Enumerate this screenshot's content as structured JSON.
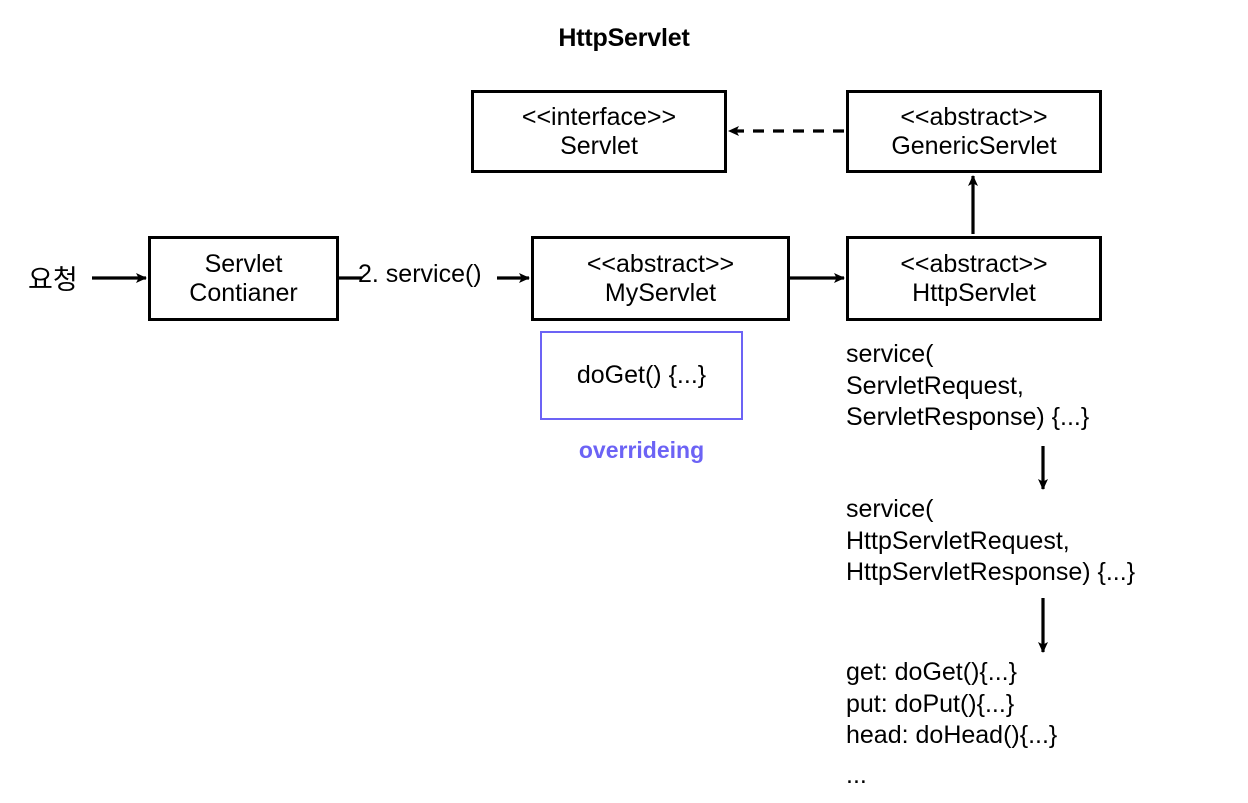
{
  "title": "HttpServlet",
  "boxes": {
    "servlet": {
      "stereotype": "<<interface>>",
      "name": "Servlet"
    },
    "genericservlet": {
      "stereotype": "<<abstract>>",
      "name": "GenericServlet"
    },
    "container": {
      "line1": "Servlet",
      "line2": "Contianer"
    },
    "myservlet": {
      "stereotype": "<<abstract>>",
      "name": "MyServlet"
    },
    "httpservlet": {
      "stereotype": "<<abstract>>",
      "name": "HttpServlet"
    }
  },
  "override": {
    "method": "doGet() {...}",
    "label": "overrideing",
    "color": "#6C63F5"
  },
  "labels": {
    "request": "요청",
    "service_call": "2. service()"
  },
  "code": {
    "service_servlet": "service(\nServletRequest,\nServletResponse) {...}",
    "service_http": "service(\nHttpServletRequest,\nHttpServletResponse) {...}",
    "methods": "get: doGet(){...}\nput: doPut(){...}\nhead: doHead(){...}",
    "ellipsis": "..."
  },
  "connectors": [
    {
      "name": "request-to-container",
      "style": "solid",
      "arrow": "filled"
    },
    {
      "name": "container-to-myservlet",
      "style": "solid",
      "arrow": "filled"
    },
    {
      "name": "myservlet-to-httpservlet",
      "style": "solid",
      "arrow": "filled"
    },
    {
      "name": "httpservlet-to-genericservlet",
      "style": "solid",
      "arrow": "filled"
    },
    {
      "name": "genericservlet-to-servlet",
      "style": "dashed",
      "arrow": "filled"
    },
    {
      "name": "service-dispatch-1",
      "style": "solid",
      "arrow": "filled"
    },
    {
      "name": "service-dispatch-2",
      "style": "solid",
      "arrow": "filled"
    }
  ]
}
